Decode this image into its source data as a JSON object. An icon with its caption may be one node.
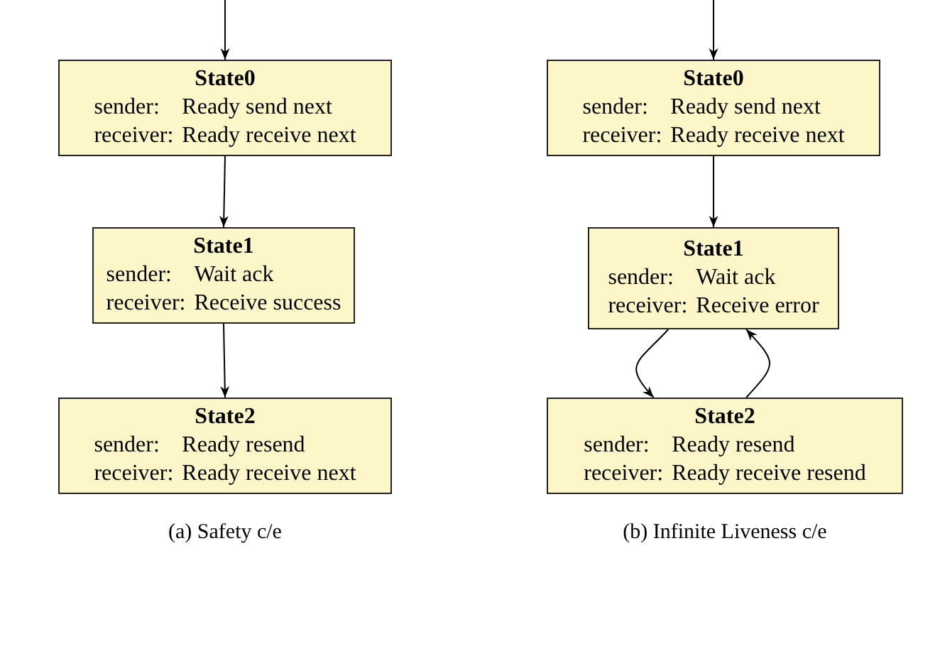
{
  "diagram": {
    "nodes": [
      {
        "text": [
          "State0",
          "sender:",
          "Ready send next",
          "receiver:",
          "Ready receive next"
        ]
      },
      {
        "text": [
          "State1",
          "sender:",
          "Wait ack",
          "receiver:",
          "Receive success"
        ]
      },
      {
        "text": [
          "State2",
          "sender:",
          "Ready resend",
          "receiver:",
          "Ready receive next"
        ]
      },
      {
        "text": [
          "State0",
          "sender:",
          "Ready send next",
          "receiver:",
          "Ready receive next"
        ]
      },
      {
        "text": [
          "State1",
          "sender:",
          "Wait ack",
          "receiver:",
          "Receive error"
        ]
      },
      {
        "text": [
          "State2",
          "sender:",
          "Ready resend",
          "receiver:",
          "Ready receive resend"
        ]
      }
    ],
    "edges": [
      {
        "from": null,
        "to": 0,
        "arrow": "to"
      },
      {
        "from": 0,
        "to": 1,
        "arrow": "to"
      },
      {
        "from": 1,
        "to": 2,
        "arrow": "to"
      },
      {
        "from": null,
        "to": 3,
        "arrow": "to"
      },
      {
        "from": 3,
        "to": 4,
        "arrow": "to"
      },
      {
        "from": 4,
        "to": 5,
        "arrow": "to"
      },
      {
        "from": 5,
        "to": 4,
        "arrow": "to"
      }
    ],
    "labels": [
      "(a) Safety c/e",
      "(b) Infinite Liveness c/e"
    ]
  }
}
